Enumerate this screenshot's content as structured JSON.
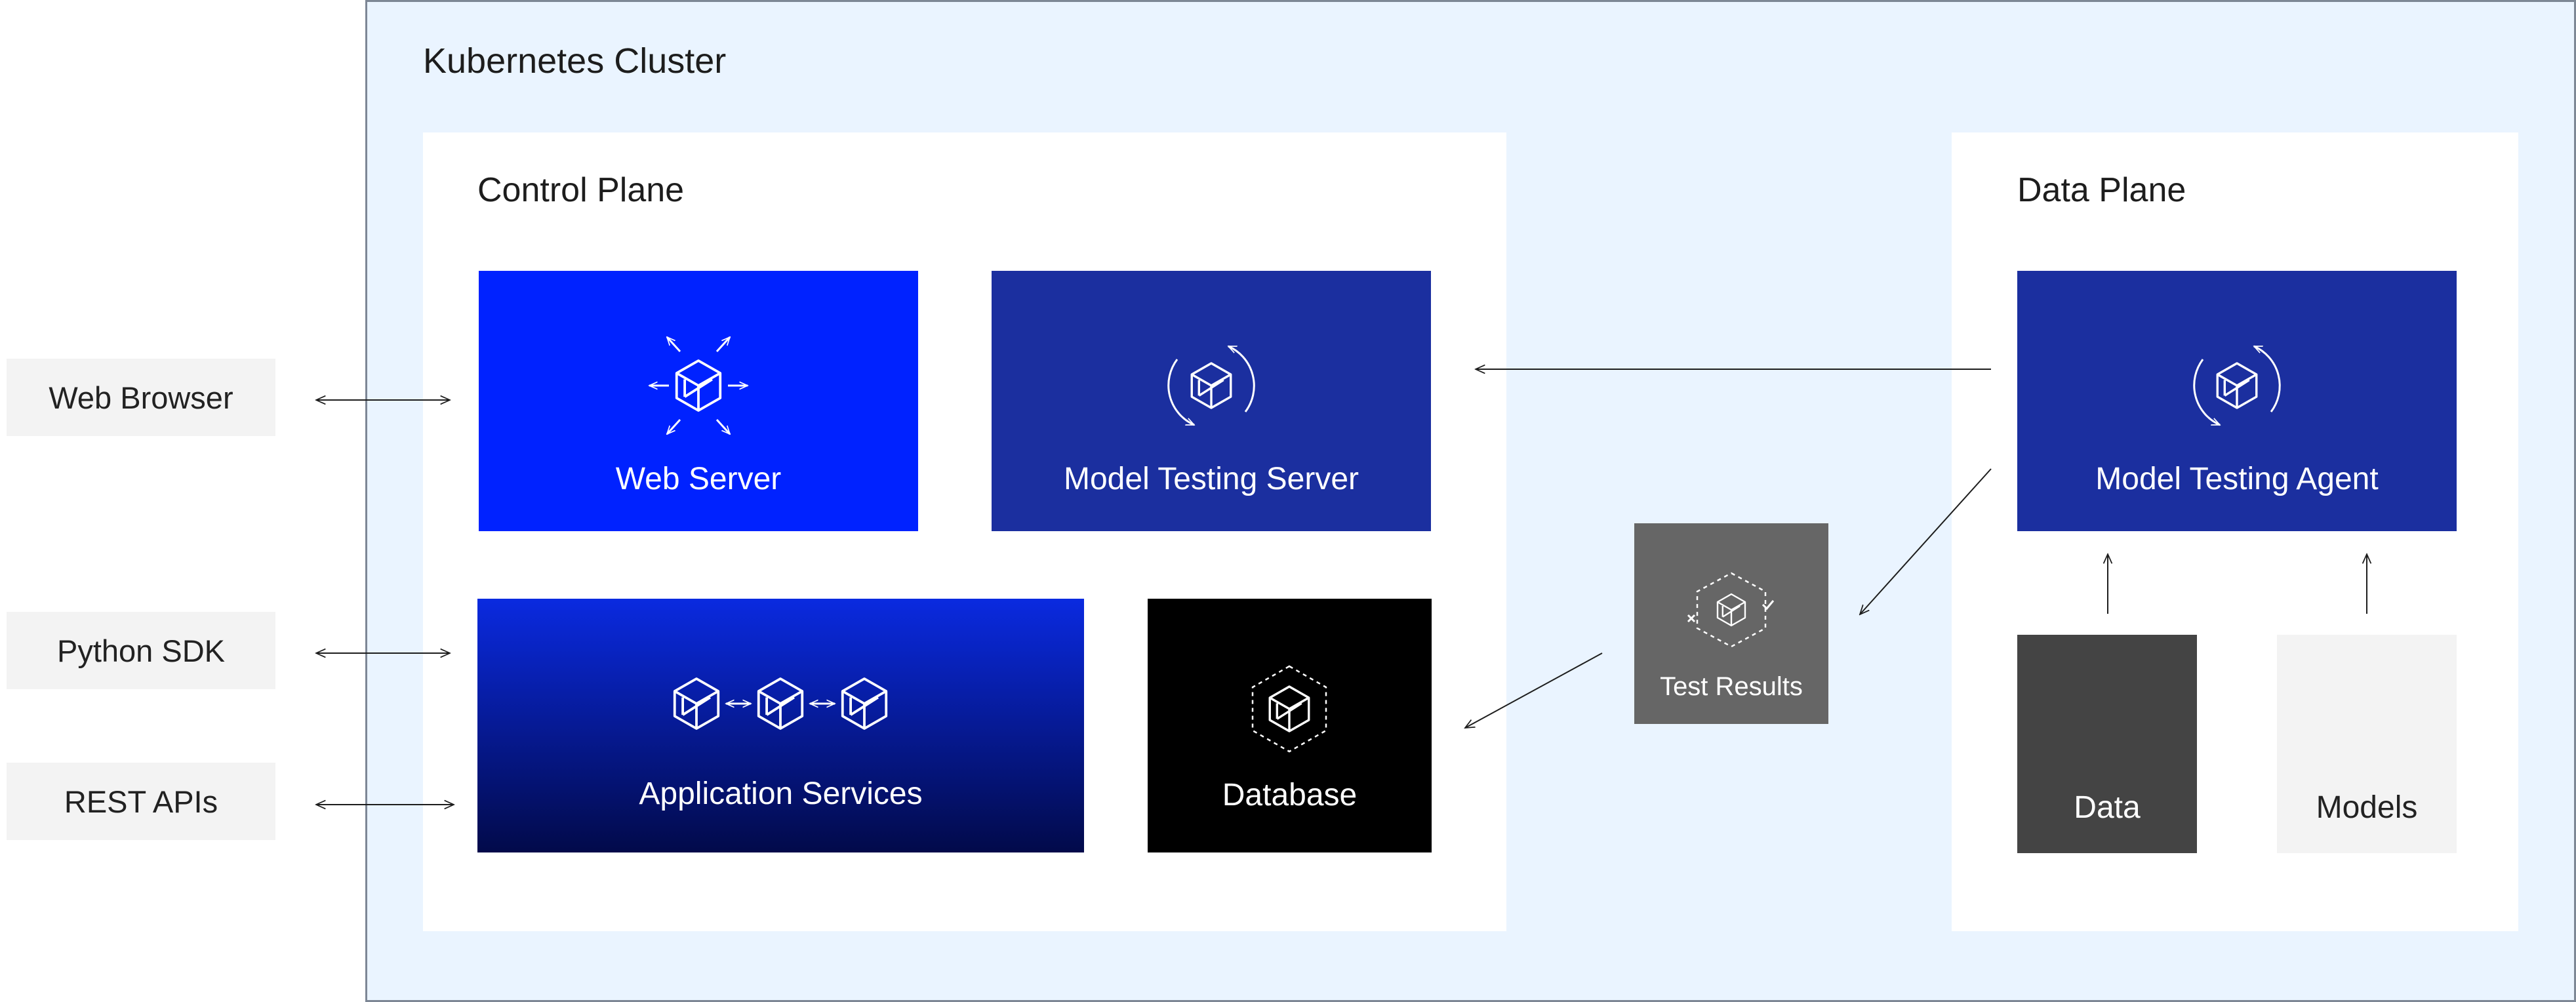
{
  "external": {
    "web_browser": "Web Browser",
    "python_sdk": "Python SDK",
    "rest_apis": "REST APIs"
  },
  "cluster": {
    "title": "Kubernetes Cluster",
    "control_plane": {
      "title": "Control Plane",
      "web_server": "Web Server",
      "model_testing_server": "Model Testing Server",
      "application_services": "Application Services",
      "database": "Database"
    },
    "test_results": "Test Results",
    "data_plane": {
      "title": "Data Plane",
      "model_testing_agent": "Model Testing Agent",
      "data": "Data",
      "models": "Models"
    }
  },
  "colors": {
    "cluster_bg": "#eaf4ff",
    "web_server": "#0022ff",
    "model_testing": "#1b2f9f",
    "application_services_top": "#0a2ae0",
    "application_services_bottom": "#020a4a",
    "database": "#000000",
    "test_results": "#666666",
    "data": "#444444",
    "models": "#f3f3f3"
  },
  "icons": {
    "web_server": "cube-arrows-out-icon",
    "model_testing_server": "cube-cycle-icon",
    "application_services": "cube-chain-icon",
    "database": "cube-hexagon-icon",
    "test_results": "cube-check-icon",
    "model_testing_agent": "cube-cycle-icon"
  }
}
